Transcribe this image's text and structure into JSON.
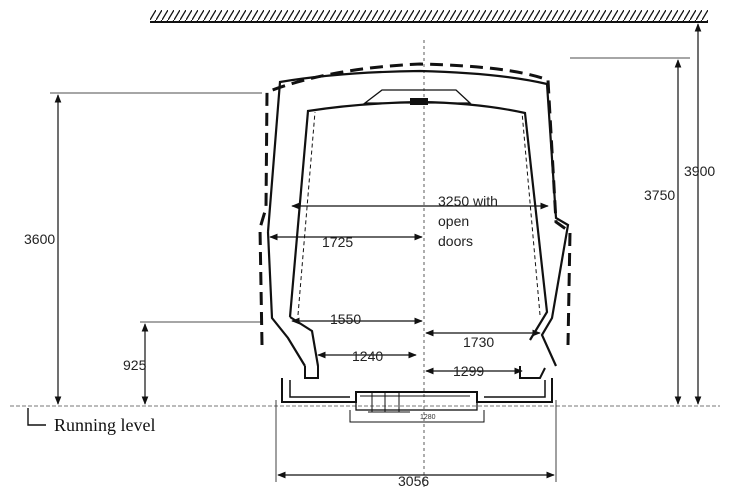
{
  "labels": {
    "h3900": "3900",
    "h3750": "3750",
    "h3600": "3600",
    "h925": "925",
    "w3250_line1": "3250 with",
    "w3250_line2": "open",
    "w3250_line3": "doors",
    "w1725": "1725",
    "w1550": "1550",
    "w1730": "1730",
    "w1240": "1240",
    "w1299": "1299",
    "w1280": "1280",
    "w3056": "3056",
    "running_level": "Running level"
  },
  "colors": {
    "line": "#111111",
    "background": "#ffffff"
  }
}
